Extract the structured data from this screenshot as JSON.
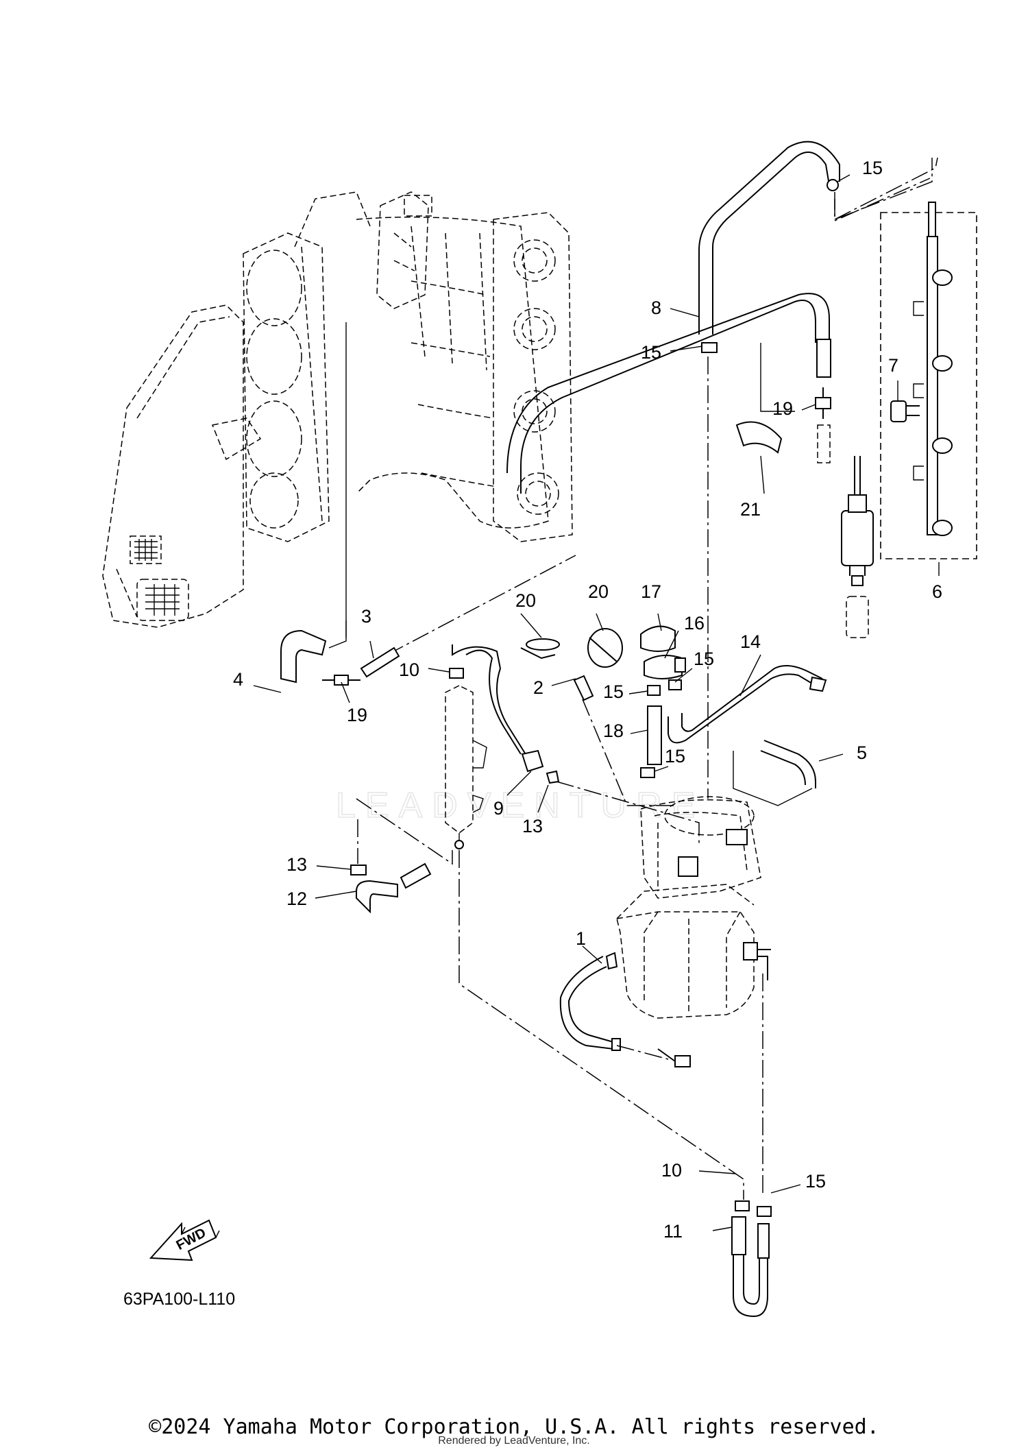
{
  "diagram": {
    "diagram_code": "63PA100-L110",
    "fwd_label": "FWD",
    "watermark": "LEADVENTURE",
    "callouts": [
      {
        "id": "c15a",
        "label": "15"
      },
      {
        "id": "c8",
        "label": "8"
      },
      {
        "id": "c15b",
        "label": "15"
      },
      {
        "id": "c7",
        "label": "7"
      },
      {
        "id": "c19a",
        "label": "19"
      },
      {
        "id": "c21",
        "label": "21"
      },
      {
        "id": "c6",
        "label": "6"
      },
      {
        "id": "c20a",
        "label": "20"
      },
      {
        "id": "c20b",
        "label": "20"
      },
      {
        "id": "c17",
        "label": "17"
      },
      {
        "id": "c16",
        "label": "16"
      },
      {
        "id": "c3",
        "label": "3"
      },
      {
        "id": "c14",
        "label": "14"
      },
      {
        "id": "c15c",
        "label": "15"
      },
      {
        "id": "c4",
        "label": "4"
      },
      {
        "id": "c10a",
        "label": "10"
      },
      {
        "id": "c2",
        "label": "2"
      },
      {
        "id": "c15d",
        "label": "15"
      },
      {
        "id": "c19b",
        "label": "19"
      },
      {
        "id": "c18",
        "label": "18"
      },
      {
        "id": "c5",
        "label": "5"
      },
      {
        "id": "c15e",
        "label": "15"
      },
      {
        "id": "c9",
        "label": "9"
      },
      {
        "id": "c13a",
        "label": "13"
      },
      {
        "id": "c13b",
        "label": "13"
      },
      {
        "id": "c12",
        "label": "12"
      },
      {
        "id": "c1",
        "label": "1"
      },
      {
        "id": "c10b",
        "label": "10"
      },
      {
        "id": "c15f",
        "label": "15"
      },
      {
        "id": "c11",
        "label": "11"
      }
    ]
  },
  "footer": {
    "copyright": "©2024 Yamaha Motor Corporation, U.S.A. All rights reserved.",
    "rendered_by": "Rendered by LeadVenture, Inc."
  }
}
